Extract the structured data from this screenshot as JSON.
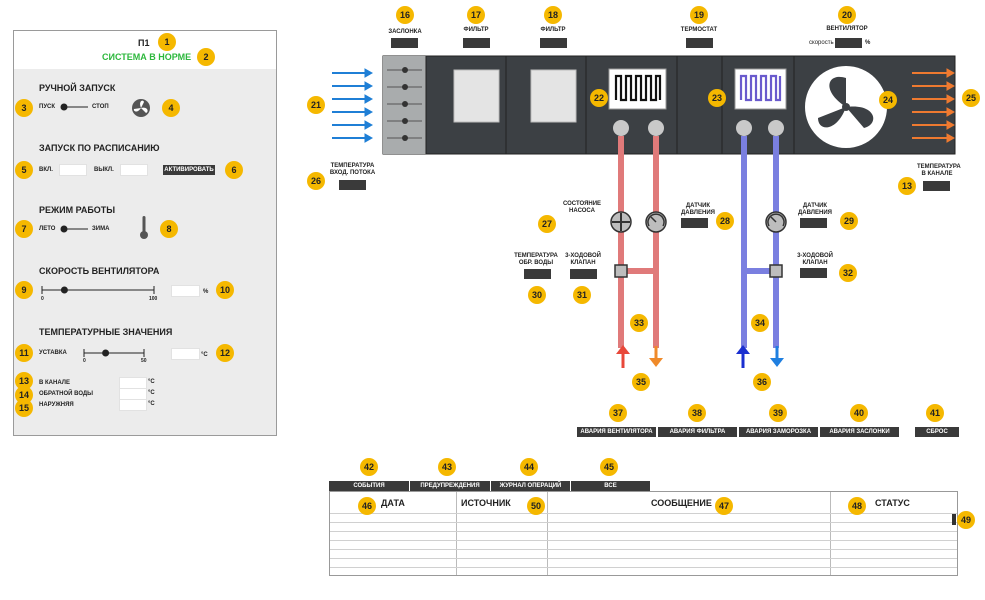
{
  "panel": {
    "title": "П1",
    "status": "СИСТЕМА В НОРМЕ",
    "manual": {
      "title": "РУЧНОЙ ЗАПУСК",
      "start": "ПУСК",
      "stop": "СТОП"
    },
    "schedule": {
      "title": "ЗАПУСК ПО РАСПИСАНИЮ",
      "on": "ВКЛ.",
      "off": "ВЫКЛ.",
      "activate": "АКТИВИРОВАТЬ"
    },
    "mode": {
      "title": "РЕЖИМ РАБОТЫ",
      "summer": "ЛЕТО",
      "winter": "ЗИМА"
    },
    "fan_speed": {
      "title": "СКОРОСТЬ ВЕНТИЛЯТОРА",
      "min": "0",
      "max": "100",
      "unit": "%",
      "value": 0.2
    },
    "temps": {
      "title": "ТЕМПЕРАТУРНЫЕ ЗНАЧЕНИЯ",
      "setpoint": "УСТАВКА",
      "min": "0",
      "max": "50",
      "unit": "°C",
      "value": 0.36,
      "in_duct": "В КАНАЛЕ",
      "return_water": "ОБРАТНОЙ ВОДЫ",
      "outdoor": "НАРУЖНЯЯ"
    }
  },
  "unit": {
    "damper": "ЗАСЛОНКА",
    "filter1": "ФИЛЬТР",
    "filter2": "ФИЛЬТР",
    "thermostat": "ТЕРМОСТАТ",
    "fan": "ВЕНТИЛЯТОР",
    "speed": "скорость",
    "speed_unit": "%",
    "inlet_temp": "ТЕМПЕРАТУРА ВХОД. ПОТОКА",
    "duct_temp": "ТЕМПЕРАТУРА В КАНАЛЕ",
    "pump_state": "СОСТОЯНИЕ НАСОСА",
    "pressure1": "ДАТЧИК ДАВЛЕНИЯ",
    "pressure2": "ДАТЧИК ДАВЛЕНИЯ",
    "return_water_temp": "ТЕМПЕРАТУРА ОБР. ВОДЫ",
    "valve1": "3-ХОДОВОЙ КЛАПАН",
    "valve2": "3-ХОДОВОЙ КЛАПАН"
  },
  "alarms": {
    "fan": "АВАРИЯ ВЕНТИЛЯТОРА",
    "filter": "АВАРИЯ ФИЛЬТРА",
    "freeze": "АВАРИЯ ЗАМОРОЗКА",
    "damper": "АВАРИЯ ЗАСЛОНКИ",
    "reset": "СБРОС"
  },
  "log": {
    "tabs": [
      "СОБЫТИЯ",
      "ПРЕДУПРЕЖДЕНИЯ",
      "ЖУРНАЛ ОПЕРАЦИЙ",
      "ВСЕ"
    ],
    "cols": [
      "ДАТА",
      "ИСТОЧНИК",
      "СООБЩЕНИЕ",
      "СТАТУС"
    ]
  },
  "badges": [
    "1",
    "2",
    "3",
    "4",
    "5",
    "6",
    "7",
    "8",
    "9",
    "10",
    "11",
    "12",
    "13",
    "14",
    "15",
    "16",
    "17",
    "18",
    "19",
    "20",
    "21",
    "22",
    "23",
    "24",
    "25",
    "26",
    "27",
    "28",
    "29",
    "30",
    "31",
    "32",
    "33",
    "34",
    "35",
    "36",
    "37",
    "38",
    "39",
    "40",
    "41",
    "42",
    "43",
    "44",
    "45",
    "46",
    "47",
    "48",
    "49",
    "50"
  ],
  "colors": {
    "status_ok": "#2db83d",
    "badge": "#f5b800",
    "hot_pipe": "#e07a7a",
    "cold_pipe": "#7a7fe0",
    "intake_arrow": "#1f7fd6",
    "exhaust_arrow": "#ef7a30",
    "unit_body": "#3c4044"
  }
}
